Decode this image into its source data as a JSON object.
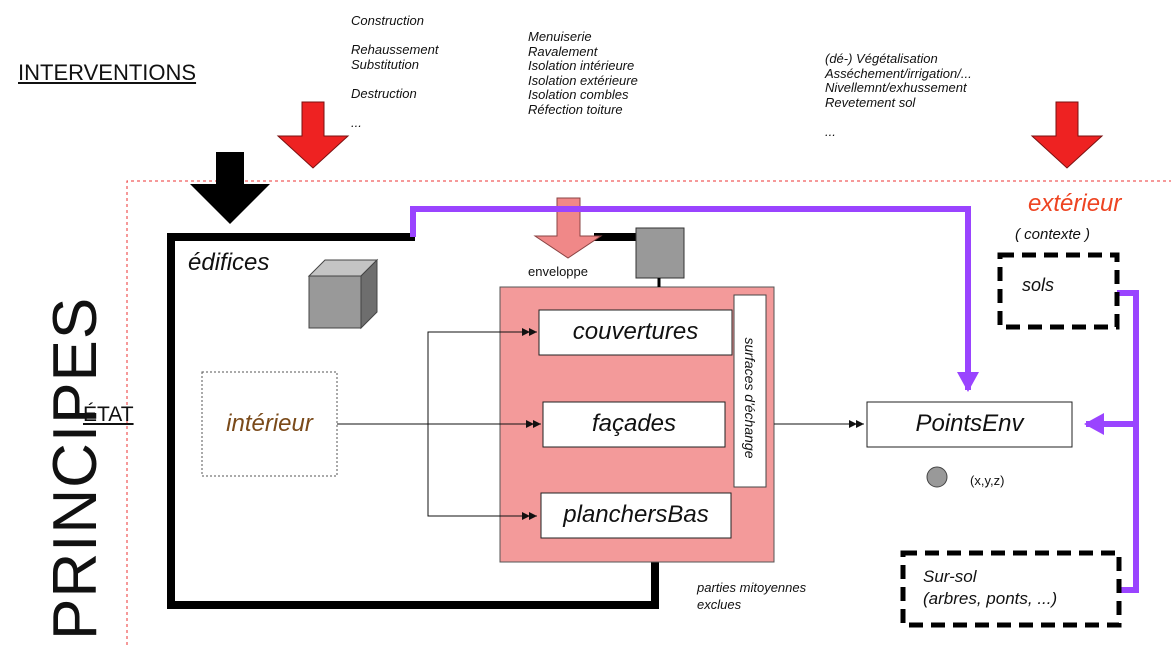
{
  "headings": {
    "interventions": "INTERVENTIONS",
    "etat": "ÉTAT",
    "principes": "PRINCIPES"
  },
  "interventions": {
    "col1": [
      "Construction",
      "",
      "Rehaussement",
      "Substitution",
      "",
      "Destruction",
      "",
      "..."
    ],
    "col2": [
      "Menuiserie",
      "Ravalement",
      "Isolation intérieure",
      "Isolation extérieure",
      "Isolation combles",
      "Réfection toiture"
    ],
    "col3": [
      "(dé-) Végétalisation",
      "Asséchement/irrigation/...",
      "Nivellemnt/exhussement",
      "Revetement sol",
      "",
      "..."
    ]
  },
  "labels": {
    "exterieur": "extérieur",
    "contexte": "( contexte )",
    "edifices": "édifices",
    "enveloppe": "enveloppe",
    "interieur": "intérieur",
    "couvertures": "couvertures",
    "facades": "façades",
    "planchers_bas": "planchersBas",
    "surfaces_echange": "surfaces d'échange",
    "points_env": "PointsEnv",
    "xyz": "(x,y,z)",
    "sols": "sols",
    "sur_sol_line1": "Sur-sol",
    "sur_sol_line2": "(arbres, ponts, ...)",
    "mitoyennes_line1": "parties mitoyennes",
    "mitoyennes_line2": "exclues"
  },
  "colors": {
    "red_arrow": "#ee2222",
    "pink_arrow": "#f08888",
    "envelope_fill": "#f39a9a",
    "purple": "#9a44ff",
    "exterieur_text": "#ee4422",
    "interieur_text": "#7a4a1a",
    "dotted_border": "#ee3333",
    "cube_front": "#999999",
    "cube_top": "#c4c4c4",
    "cube_side": "#6e6e6e"
  }
}
